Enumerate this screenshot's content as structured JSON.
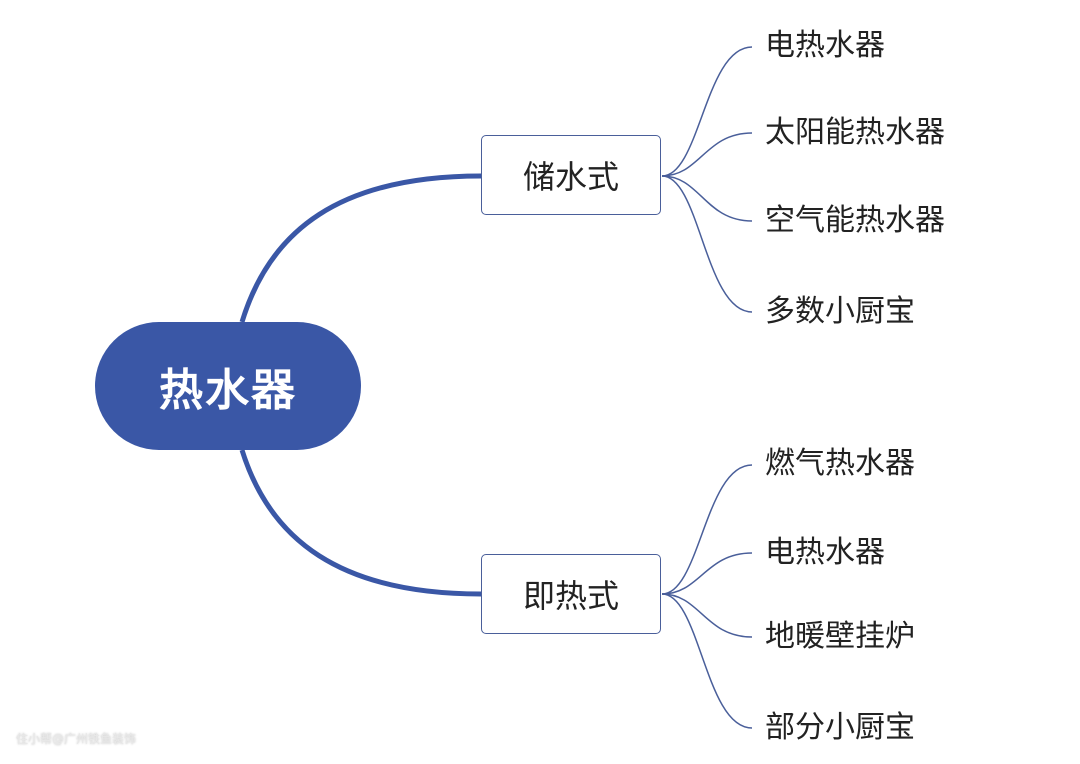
{
  "root": {
    "label": "热水器",
    "color": "#3a57a6"
  },
  "branches": [
    {
      "label": "储水式",
      "children": [
        "电热水器",
        "太阳能热水器",
        "空气能热水器",
        "多数小厨宝"
      ]
    },
    {
      "label": "即热式",
      "children": [
        "燃气热水器",
        "电热水器",
        "地暖壁挂炉",
        "部分小厨宝"
      ]
    }
  ],
  "watermark": "住小帮@广州铁鱼装饰"
}
